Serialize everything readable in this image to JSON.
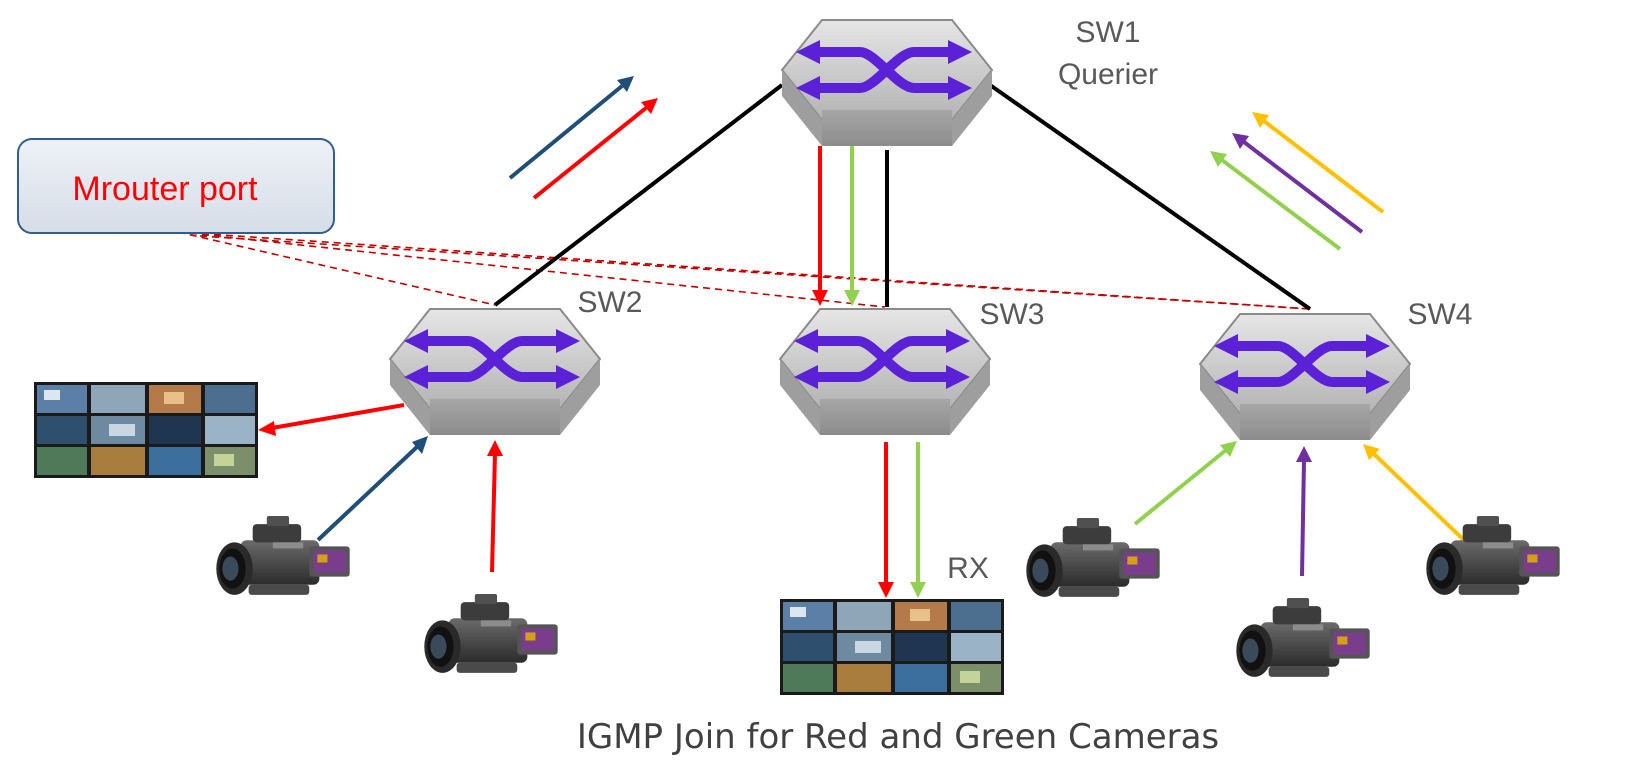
{
  "diagram": {
    "switches": {
      "sw1": {
        "name": "SW1",
        "role": "Querier"
      },
      "sw2": {
        "name": "SW2"
      },
      "sw3": {
        "name": "SW3"
      },
      "sw4": {
        "name": "SW4"
      }
    },
    "callout": {
      "text": "Mrouter port"
    },
    "receiver": {
      "label": "RX"
    },
    "caption": "IGMP Join for Red and Green Cameras",
    "colors": {
      "red": "#ff0000",
      "green": "#92d050",
      "blue": "#1f4e79",
      "purple": "#7030a0",
      "orange": "#ffc000",
      "link": "#000000",
      "mrouter_dash": "#c00000",
      "switch_arrows": "#5b21d6"
    },
    "icons": [
      "switch-icon",
      "video-camera-icon",
      "video-wall-icon"
    ]
  }
}
